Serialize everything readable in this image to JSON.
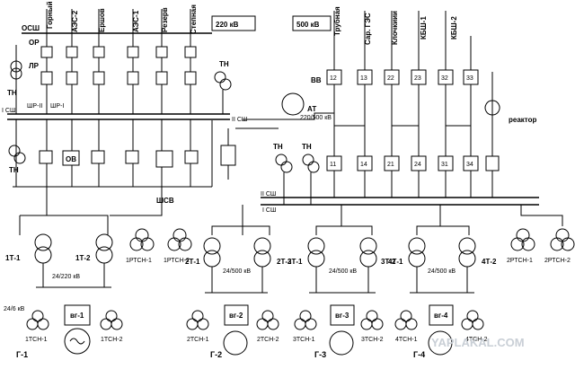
{
  "volt_220": "220 кВ",
  "volt_500": "500 кВ",
  "lines_220": [
    "ОСШ",
    "Горный",
    "АЭС-2",
    "Ершов",
    "АЭС-1",
    "Резерв",
    "Степная"
  ],
  "lines_500": [
    "Трубная",
    "Сар. ГЭС",
    "Клочкиии",
    "КБШ-1",
    "КБШ-2"
  ],
  "labels": {
    "or": "ОР",
    "lr": "ЛР",
    "tn": "ТН",
    "shr2": "ШР-II",
    "shr1": "ШР-I",
    "osh1": "I СШ",
    "osh2": "II СШ",
    "ov": "ОВ",
    "shsv": "ШСВ",
    "vv": "ВВ",
    "at": "АТ",
    "at_ratio": "220/500 кВ",
    "reactor": "реактор",
    "ratio_24_220": "24/220 кВ",
    "ratio_24_500": "24/500 кВ",
    "ratio_24_6": "24/6 кВ"
  },
  "cells_top": [
    "12",
    "13",
    "22",
    "23",
    "32",
    "33"
  ],
  "cells_bottom": [
    "11",
    "14",
    "21",
    "24",
    "31",
    "34"
  ],
  "transformers": [
    "1Т-1",
    "1Т-2",
    "2Т-1",
    "2Т-2",
    "3Т-1",
    "3Т-2",
    "4Т-1",
    "4Т-2"
  ],
  "rtsn": [
    "1РТСН-1",
    "1РТСН-2",
    "2РТСН-1",
    "2РТСН-2"
  ],
  "tsn": [
    "1ТСН-1",
    "1ТСН-2",
    "2ТСН-1",
    "2ТСН-2",
    "3ТСН-1",
    "3ТСН-2",
    "4ТСН-1",
    "4ТСН-2"
  ],
  "gen_switches": [
    "вг-1",
    "вг-2",
    "вг-3",
    "вг-4"
  ],
  "generators": [
    "Г-1",
    "Г-2",
    "Г-3",
    "Г-4"
  ],
  "watermark": "YAPLAKAL.COM"
}
